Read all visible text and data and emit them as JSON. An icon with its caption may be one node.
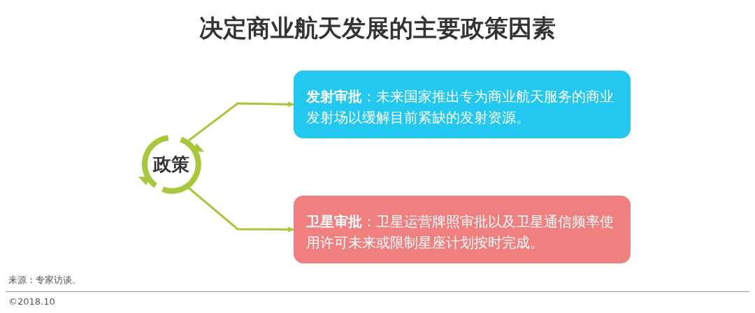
{
  "diagram": {
    "title": "决定商业航天发展的主要政策因素",
    "nodes": [
      {
        "text": [
          "政策"
        ]
      },
      {
        "text": [
          "**发射审批**：未来国家推出专为商业航天服务的商业发射场以缓解目前紧缺的发射资源。"
        ]
      },
      {
        "text": [
          "**卫星审批**：卫星运营牌照审批以及卫星通信频率使用许可未来或限制星座计划按时完成。"
        ]
      }
    ],
    "edges": [
      {
        "from": 0,
        "to": 1,
        "arrow": "to"
      },
      {
        "from": 0,
        "to": 2,
        "arrow": "to"
      }
    ],
    "labels": [
      "来源：专家访谈。",
      "©2018.10"
    ]
  }
}
